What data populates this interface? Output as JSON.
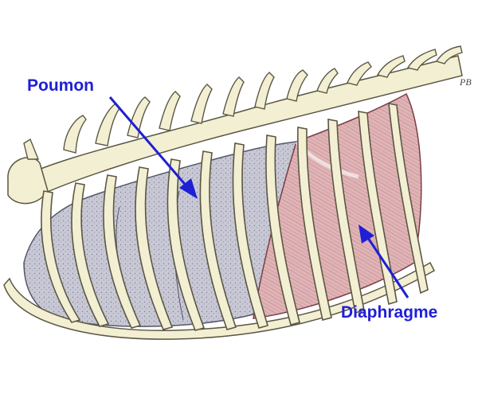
{
  "labels": {
    "lung": "Poumon",
    "diaphragm": "Diaphragme"
  },
  "signature": "PB",
  "colors": {
    "label_text": "#1f1fd6",
    "arrow": "#1f1fd6",
    "bone_fill": "#f3efd3",
    "bone_stroke": "#5b5744",
    "lung_fill": "#c9c9d6",
    "lung_stroke": "#55556a",
    "diaphragm_fill": "#e0b4b6",
    "diaphragm_stroke": "#7a3e44"
  },
  "icons": {
    "arrow_poumon": "arrow-icon",
    "arrow_diaphragme": "arrow-icon"
  }
}
